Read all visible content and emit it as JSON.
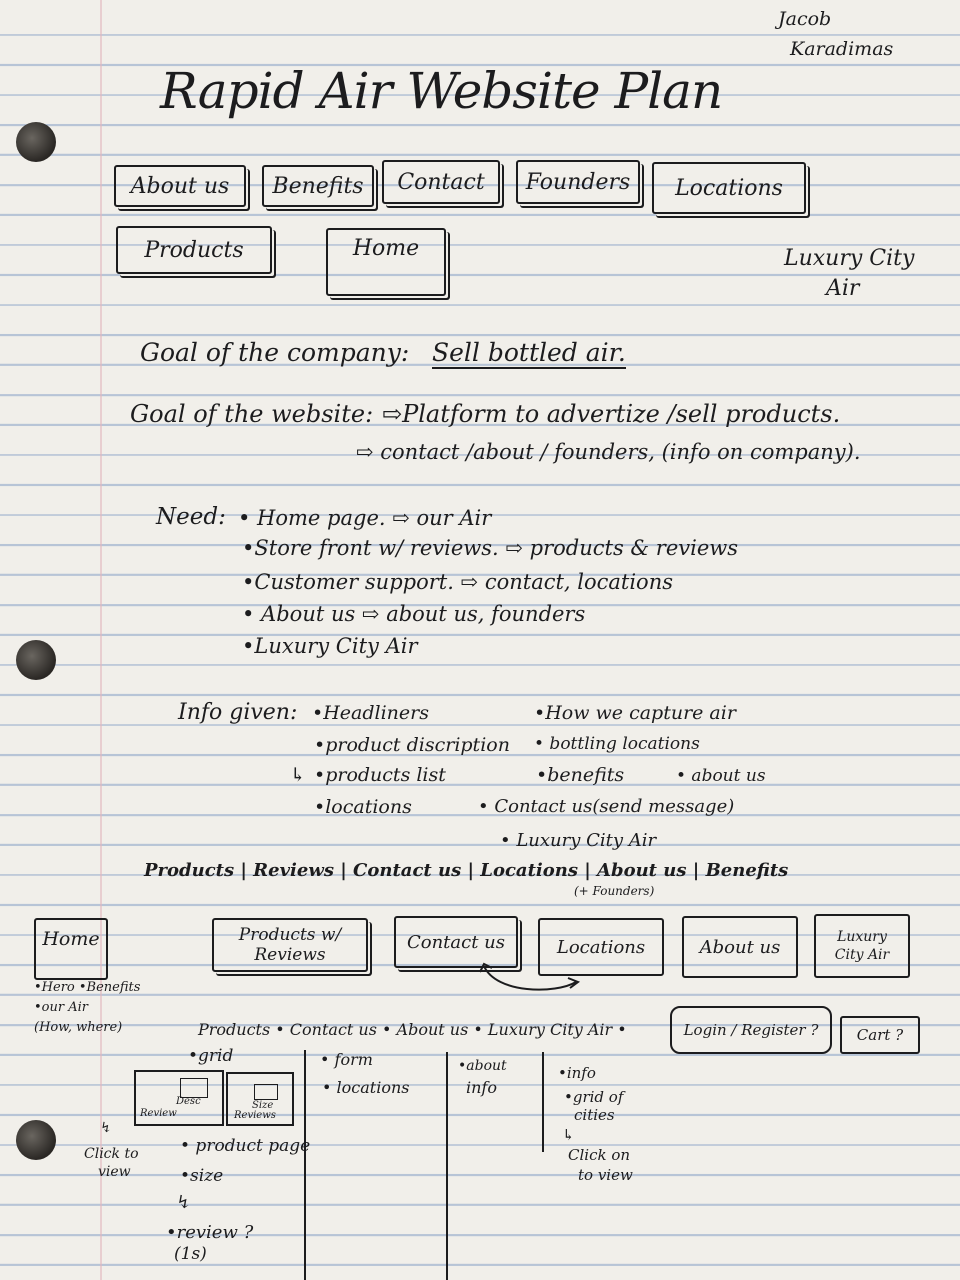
{
  "author": [
    "Jacob",
    "Karadimas"
  ],
  "title": "Rapid Air Website Plan",
  "nav_boxes_top": [
    "About us",
    "Benefits",
    "Contact",
    "Founders",
    "Locations",
    "Products",
    "Home"
  ],
  "side_note": [
    "Luxury City",
    "Air"
  ],
  "goal_company": {
    "label": "Goal of the company:",
    "value": "Sell bottled air."
  },
  "goal_website": {
    "label": "Goal of the website:",
    "line1": "⇨Platform to advertize /sell products.",
    "line2": "⇨ contact /about / founders, (info on company)."
  },
  "need": {
    "label": "Need:",
    "items": [
      "• Home page.  ⇨ our Air",
      "•Store front w/ reviews. ⇨ products & reviews",
      "•Customer support. ⇨ contact, locations",
      "• About us  ⇨ about us, founders",
      "•Luxury City Air"
    ]
  },
  "info_given": {
    "label": "Info given:",
    "col1": [
      "•Headliners",
      "•product discription",
      "•products list",
      "•locations"
    ],
    "col2": [
      "•How we capture air",
      "• bottling locations",
      "•benefits",
      "• about us",
      "• Contact us(send message)",
      "• Luxury City Air"
    ],
    "arrow_mark": "↳"
  },
  "nav_line": "Products | Reviews | Contact us | Locations | About us | Benefits",
  "nav_line_sub": "(+ Founders)",
  "page_boxes": [
    {
      "label": "Home"
    },
    {
      "label": "Products w/\nReviews"
    },
    {
      "label": "Contact us"
    },
    {
      "label": "Locations"
    },
    {
      "label": "About us"
    },
    {
      "label": "Luxury\nCity Air"
    }
  ],
  "home_notes": [
    "•Hero  •Benefits",
    "•our Air",
    "(How, where)"
  ],
  "sitemap_line": "Products • Contact us • About us • Luxury City Air •",
  "login_box": "Login / Register ?",
  "cart_box": "Cart ?",
  "products_col": [
    "•grid",
    "• product page",
    "•size",
    "•review ?",
    "(1s)"
  ],
  "sketch_labels": [
    "Desc",
    "Review",
    "Size",
    "Reviews"
  ],
  "click_note": [
    "Click to",
    "view"
  ],
  "contact_col": [
    "• form",
    "• locations"
  ],
  "about_col": [
    "•about",
    "info"
  ],
  "luxury_col": [
    "•info",
    "•grid of",
    "cities",
    "↳",
    "Click on",
    "to view"
  ]
}
